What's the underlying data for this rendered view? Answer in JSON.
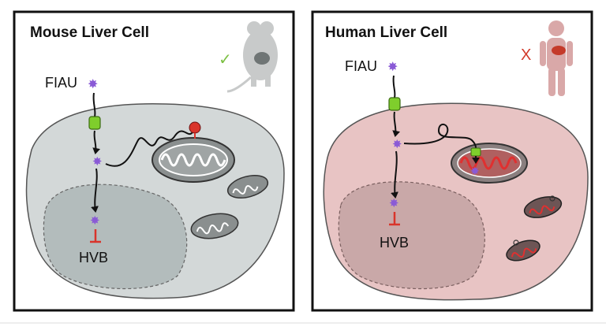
{
  "panels": [
    {
      "title": "Mouse Liver Cell",
      "drug_label": "FIAU",
      "virus_label": "HVB",
      "verdict_mark": "✓",
      "verdict_color": "#7cc043",
      "species_icon": "mouse-icon"
    },
    {
      "title": "Human Liver Cell",
      "drug_label": "FIAU",
      "virus_label": "HVB",
      "verdict_mark": "X",
      "verdict_color": "#d23a2a",
      "species_icon": "human-icon"
    }
  ],
  "colors": {
    "mouse_cell": "#d3d8d8",
    "mouse_nucleus": "#b3bcbc",
    "human_cell": "#e8c4c4",
    "human_nucleus": "#c9a8a8",
    "transporter": "#7fce2c",
    "drug_molecule": "#8a5ad6",
    "inhibition": "#d9342b",
    "mito_damage": "#e03030"
  }
}
